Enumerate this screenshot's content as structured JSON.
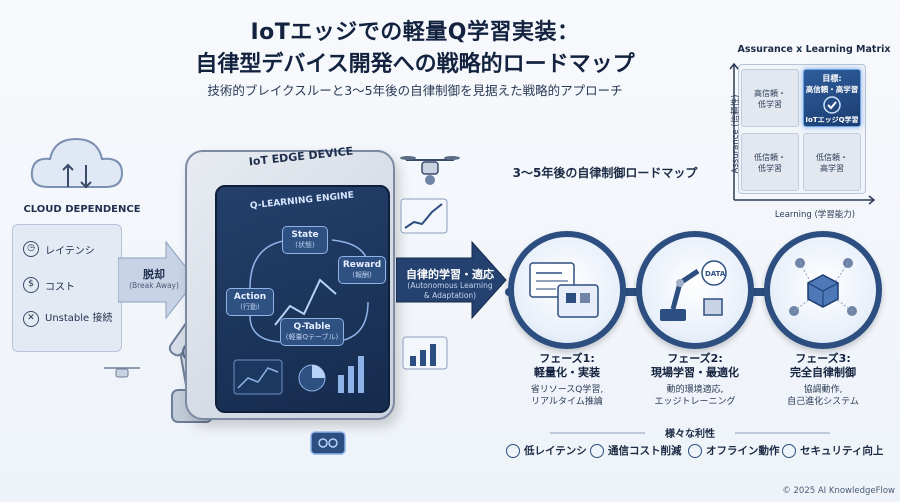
{
  "header": {
    "title_line1": "IoTエッジでの軽量Q学習実装：",
    "title_line2": "自律型デバイス開発への戦略的ロードマップ",
    "subtitle": "技術的ブレイクスルーと3〜5年後の自律制御を見据えた戦略的アプローチ"
  },
  "cloud": {
    "label": "CLOUD DEPENDENCE",
    "items": [
      {
        "label": "レイテンシ",
        "icon": "clock-icon"
      },
      {
        "label": "コスト",
        "icon": "coins-icon"
      },
      {
        "label": "Unstable 接続",
        "icon": "broken-link-icon"
      }
    ]
  },
  "breakaway": {
    "label": "脱却",
    "en": "(Break Away)"
  },
  "device": {
    "label": "IoT EDGE DEVICE",
    "engine": "Q-LEARNING ENGINE",
    "nodes": {
      "state": {
        "label": "State",
        "sub": "(状態)"
      },
      "reward": {
        "label": "Reward",
        "sub": "(報酬)"
      },
      "action": {
        "label": "Action",
        "sub": "(行動)"
      },
      "qtable": {
        "label": "Q-Table",
        "sub": "(軽量Qテーブル)"
      }
    }
  },
  "autonomy": {
    "label": "自律的学習・適応",
    "en_line1": "(Autonomous Learning",
    "en_line2": "& Adaptation)"
  },
  "roadmap": {
    "title": "3〜5年後の自律制御ロードマップ",
    "phases": [
      {
        "title_line1": "フェーズ1:",
        "title_line2": "軽量化・実装",
        "desc_line1": "省リソースQ学習,",
        "desc_line2": "リアルタイム推論"
      },
      {
        "title_line1": "フェーズ2:",
        "title_line2": "現場学習・最適化",
        "desc_line1": "動的環境適応,",
        "desc_line2": "エッジトレーニング",
        "badge": "DATA"
      },
      {
        "title_line1": "フェーズ3:",
        "title_line2": "完全自律制御",
        "desc_line1": "協調動作,",
        "desc_line2": "自己進化システム"
      }
    ]
  },
  "benefits": {
    "title": "様々な利性",
    "items": [
      {
        "label": "低レイテンシ",
        "icon": "gauge-icon"
      },
      {
        "label": "通信コスト削減",
        "icon": "money-icon"
      },
      {
        "label": "オフライン動作",
        "icon": "airplane-icon"
      },
      {
        "label": "セキュリティ向上",
        "icon": "shield-check-icon"
      }
    ]
  },
  "matrix": {
    "title": "Assurance x Learning Matrix",
    "x_axis": "Learning (学習能力)",
    "y_axis": "Assurance (信頼性)",
    "cells": {
      "top_left": {
        "line1": "高信頼・",
        "line2": "低学習"
      },
      "top_right": {
        "line1": "目標:",
        "line2": "高信頼・高学習",
        "line3": "IoTエッジQ学習"
      },
      "bottom_left": {
        "line1": "低信頼・",
        "line2": "低学習"
      },
      "bottom_right": {
        "line1": "低信頼・",
        "line2": "高学習"
      }
    }
  },
  "footer": {
    "copyright": "© 2025 AI KnowledgeFlow"
  },
  "colors": {
    "navy": "#1c2b45",
    "accent": "#2d4e80",
    "glow": "#6aa0e6"
  }
}
